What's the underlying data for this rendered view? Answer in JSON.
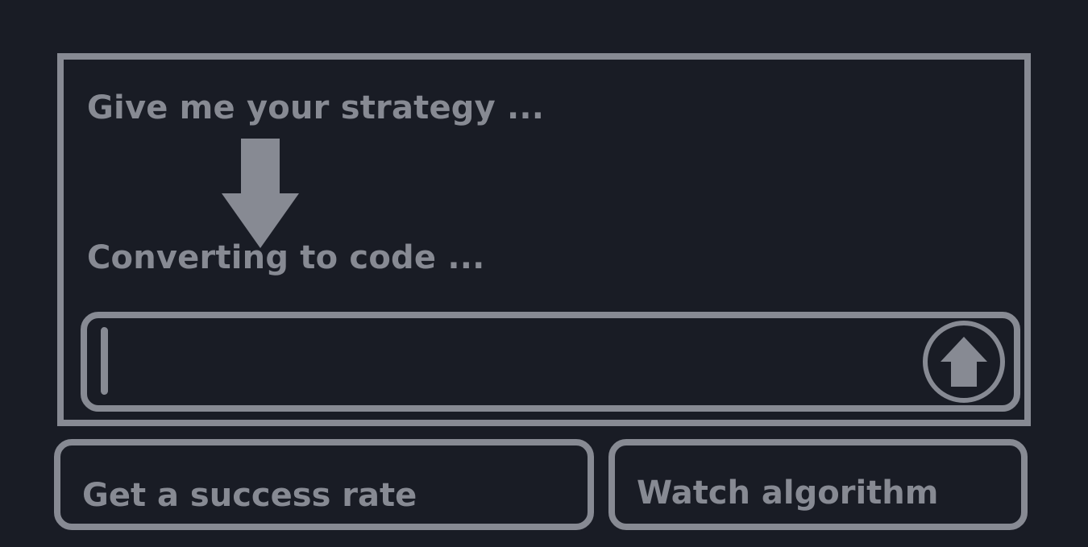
{
  "main_panel": {
    "prompt_text": "Give me your strategy ...",
    "status_text": "Converting to code ...",
    "arrow_icon": "arrow-down-icon"
  },
  "input": {
    "value": "",
    "placeholder": "",
    "submit_icon": "arrow-up-circle-icon"
  },
  "actions": {
    "success_rate_label": "Get a success rate",
    "watch_algorithm_label": "Watch algorithm"
  },
  "colors": {
    "background": "#191c25",
    "foreground": "#878a93"
  }
}
